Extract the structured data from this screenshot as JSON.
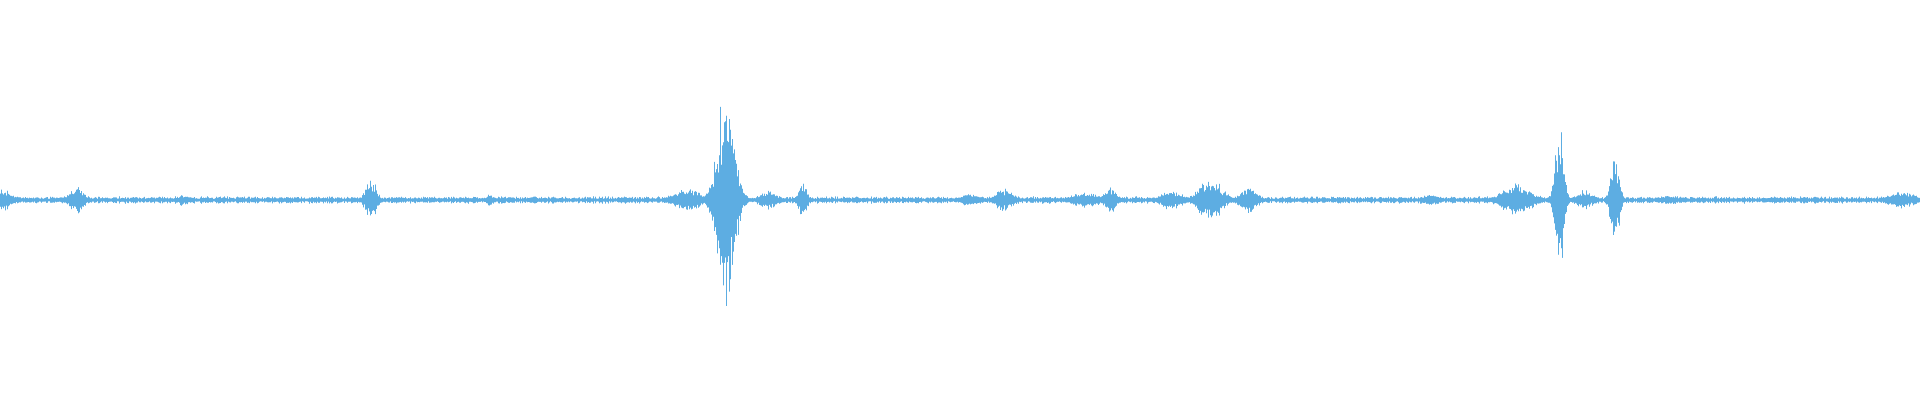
{
  "waveform": {
    "color": "#5dade2",
    "background": "#ffffff",
    "duration_units": 1000,
    "baseline_amplitude": 0.012,
    "events": [
      {
        "t": 0,
        "amp": 0.06,
        "spread": 8
      },
      {
        "t": 40,
        "amp": 0.07,
        "spread": 5
      },
      {
        "t": 95,
        "amp": 0.03,
        "spread": 4
      },
      {
        "t": 193,
        "amp": 0.11,
        "spread": 4
      },
      {
        "t": 255,
        "amp": 0.03,
        "spread": 3
      },
      {
        "t": 358,
        "amp": 0.06,
        "spread": 10
      },
      {
        "t": 378,
        "amp": 0.6,
        "spread": 6
      },
      {
        "t": 400,
        "amp": 0.05,
        "spread": 6
      },
      {
        "t": 418,
        "amp": 0.09,
        "spread": 3
      },
      {
        "t": 505,
        "amp": 0.03,
        "spread": 8
      },
      {
        "t": 523,
        "amp": 0.06,
        "spread": 6
      },
      {
        "t": 565,
        "amp": 0.04,
        "spread": 10
      },
      {
        "t": 578,
        "amp": 0.07,
        "spread": 4
      },
      {
        "t": 610,
        "amp": 0.05,
        "spread": 8
      },
      {
        "t": 630,
        "amp": 0.12,
        "spread": 8
      },
      {
        "t": 650,
        "amp": 0.07,
        "spread": 6
      },
      {
        "t": 745,
        "amp": 0.03,
        "spread": 6
      },
      {
        "t": 790,
        "amp": 0.09,
        "spread": 10
      },
      {
        "t": 812,
        "amp": 0.4,
        "spread": 3
      },
      {
        "t": 825,
        "amp": 0.05,
        "spread": 6
      },
      {
        "t": 841,
        "amp": 0.23,
        "spread": 3
      },
      {
        "t": 870,
        "amp": 0.02,
        "spread": 10
      },
      {
        "t": 990,
        "amp": 0.04,
        "spread": 10
      }
    ]
  }
}
